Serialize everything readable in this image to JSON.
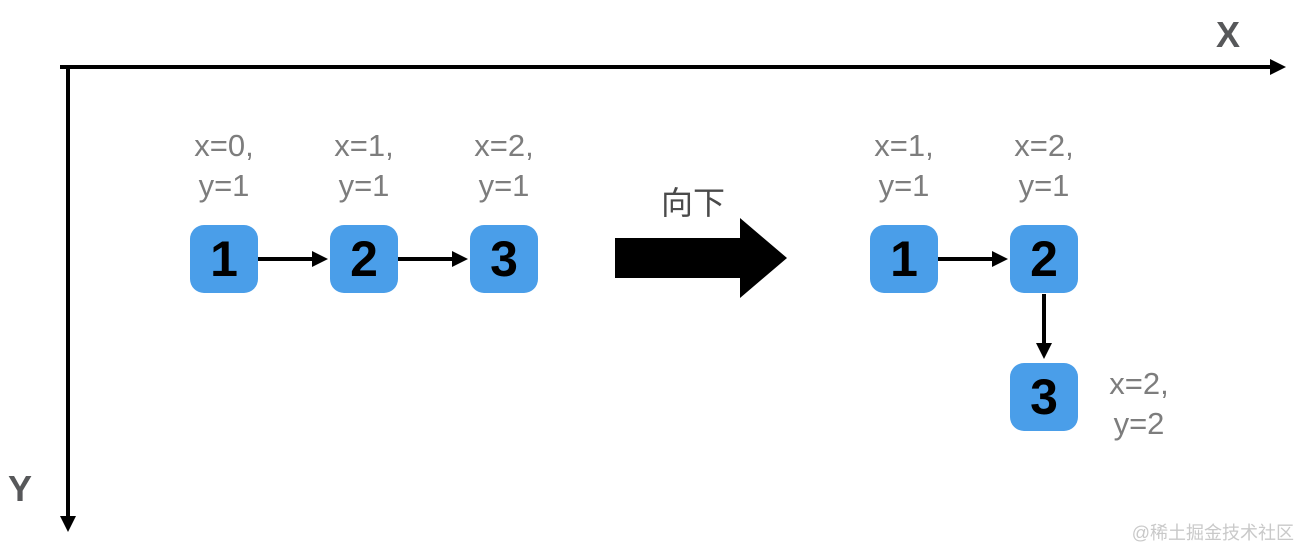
{
  "diagram": {
    "axes": {
      "x_label": "X",
      "y_label": "Y"
    },
    "transform_arrow_label": "向下",
    "watermark": "@稀土掘金技术社区",
    "colors": {
      "node_blue": "#4A9EE9",
      "coord_text_gray": "#7d7d7d",
      "axis_label_gray": "#57585a",
      "transform_label_gray": "#4a4a4a",
      "arrow_black": "#000000",
      "watermark_gray": "#c9c9c9"
    },
    "before": {
      "nodes": [
        {
          "value": "1",
          "coord_line1": "x=0,",
          "coord_line2": "y=1"
        },
        {
          "value": "2",
          "coord_line1": "x=1,",
          "coord_line2": "y=1"
        },
        {
          "value": "3",
          "coord_line1": "x=2,",
          "coord_line2": "y=1"
        }
      ]
    },
    "after": {
      "nodes": [
        {
          "value": "1",
          "coord_line1": "x=1,",
          "coord_line2": "y=1"
        },
        {
          "value": "2",
          "coord_line1": "x=2,",
          "coord_line2": "y=1"
        },
        {
          "value": "3",
          "coord_line1": "x=2,",
          "coord_line2": "y=2"
        }
      ]
    }
  }
}
